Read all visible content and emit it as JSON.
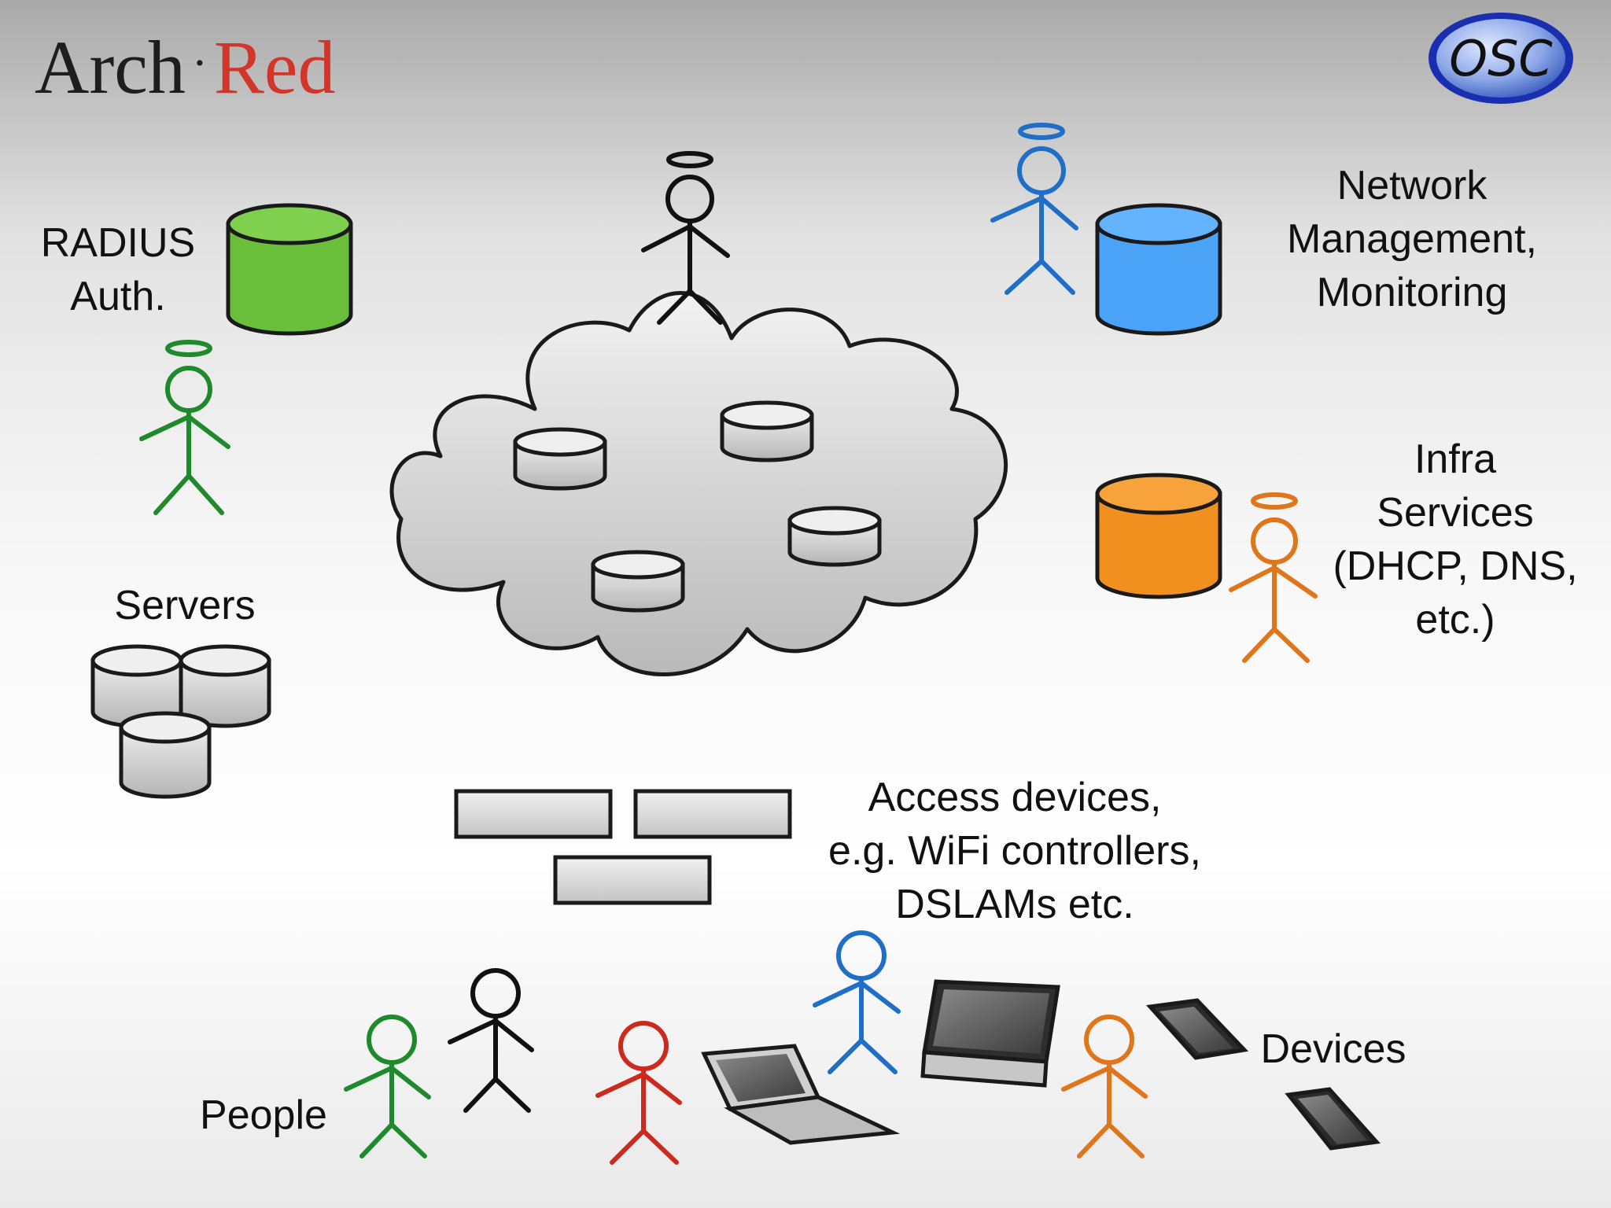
{
  "brand": {
    "part1": "Arch",
    "separator": "·",
    "part2": "Red"
  },
  "logo": {
    "text": "OSC"
  },
  "labels": {
    "radius": [
      "RADIUS",
      "Auth."
    ],
    "network_mgmt": [
      "Network",
      "Management,",
      "Monitoring"
    ],
    "infra": [
      "Infra",
      "Services",
      "(DHCP, DNS,",
      "etc.)"
    ],
    "servers": "Servers",
    "access": [
      "Access devices,",
      "e.g. WiFi controllers,",
      "DSLAMs etc."
    ],
    "people": "People",
    "devices": "Devices"
  },
  "colors": {
    "green": "#1f8a2c",
    "blue": "#1f6fc8",
    "orange": "#e0761c",
    "red": "#cc2a1e",
    "black": "#111111",
    "db_green": "#6abf3a",
    "db_blue": "#4aa3f7",
    "db_orange": "#f2901f",
    "db_grey": "#cfcfcf",
    "cloud": "#d4d4d4",
    "brand_red": "#d2362b"
  }
}
